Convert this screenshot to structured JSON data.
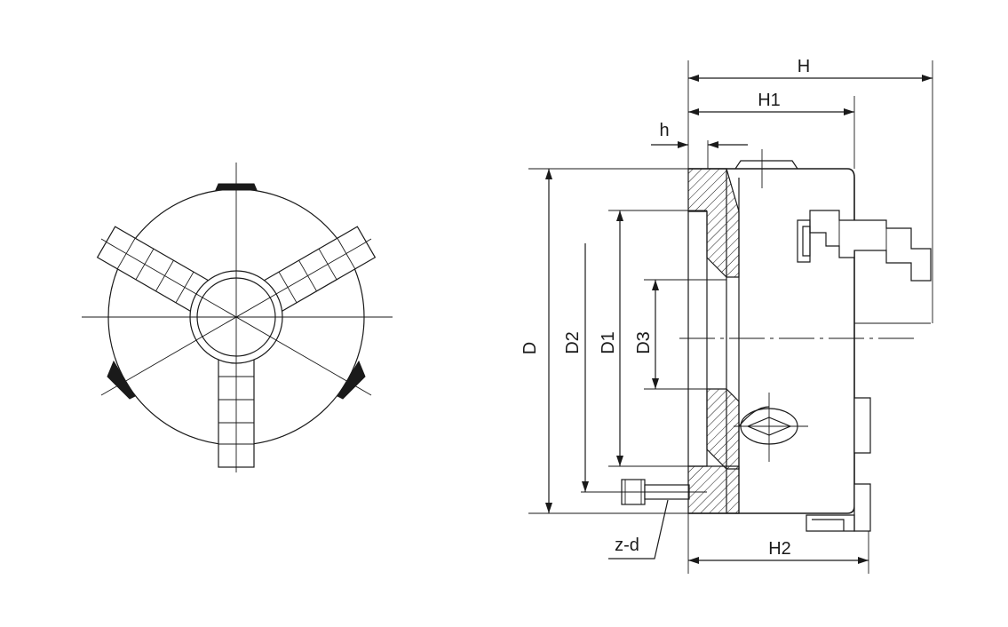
{
  "labels": {
    "H": "H",
    "H1": "H1",
    "h": "h",
    "D": "D",
    "D1": "D1",
    "D2": "D2",
    "D3": "D3",
    "H2": "H2",
    "zd": "z-d"
  }
}
